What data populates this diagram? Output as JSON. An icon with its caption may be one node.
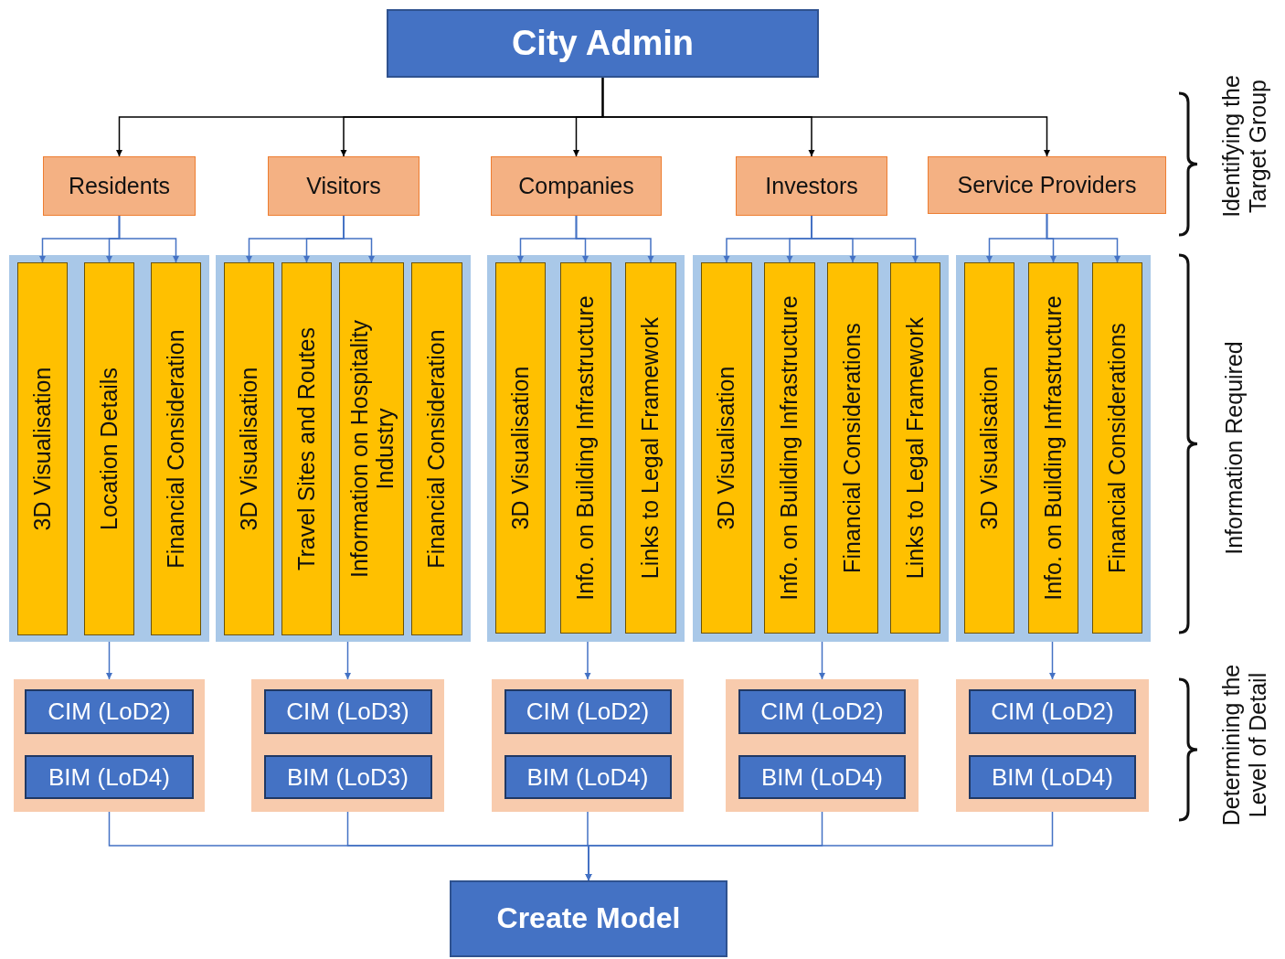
{
  "diagram": {
    "nodes": [
      {
        "text": [
          "City Admin"
        ]
      },
      {
        "text": [
          "Residents"
        ]
      },
      {
        "text": [
          "Visitors"
        ]
      },
      {
        "text": [
          "Companies"
        ]
      },
      {
        "text": [
          "Investors"
        ]
      },
      {
        "text": [
          "Service Providers"
        ]
      },
      {
        "text": [],
        "shape": "box"
      },
      {
        "text": [
          "3D Visualisation"
        ],
        "in": 6
      },
      {
        "text": [
          "Location Details"
        ],
        "in": 6
      },
      {
        "text": [
          "Financial Consideration"
        ],
        "in": 6
      },
      {
        "text": [],
        "shape": "box"
      },
      {
        "text": [
          "3D Visualisation"
        ],
        "in": 10
      },
      {
        "text": [
          "Travel Sites and Routes"
        ],
        "in": 10
      },
      {
        "text": [
          "Information on Hospitality Industry"
        ],
        "in": 10
      },
      {
        "text": [
          "Financial Consideration"
        ],
        "in": 10
      },
      {
        "text": [],
        "shape": "box"
      },
      {
        "text": [
          "3D Visualisation"
        ],
        "in": 15
      },
      {
        "text": [
          "Info. on Building Infrastructure"
        ],
        "in": 15
      },
      {
        "text": [
          "Links to Legal Framework"
        ],
        "in": 15
      },
      {
        "text": [],
        "shape": "box"
      },
      {
        "text": [
          "3D Visualisation"
        ],
        "in": 19
      },
      {
        "text": [
          "Info. on Building Infrastructure"
        ],
        "in": 19
      },
      {
        "text": [
          "Financial Considerations"
        ],
        "in": 19
      },
      {
        "text": [
          "Links to Legal Framework"
        ],
        "in": 19
      },
      {
        "text": [],
        "shape": "box"
      },
      {
        "text": [
          "3D Visualisation"
        ],
        "in": 24
      },
      {
        "text": [
          "Info. on Building Infrastructure"
        ],
        "in": 24
      },
      {
        "text": [
          "Financial Considerations"
        ],
        "in": 24
      },
      {
        "text": [],
        "shape": "box"
      },
      {
        "text": [
          "CIM (LoD2)"
        ],
        "in": 28
      },
      {
        "text": [
          "BIM (LoD4)"
        ],
        "in": 28
      },
      {
        "text": [],
        "shape": "box"
      },
      {
        "text": [
          "CIM (LoD3)"
        ],
        "in": 31
      },
      {
        "text": [
          "BIM (LoD3)"
        ],
        "in": 31
      },
      {
        "text": [],
        "shape": "box"
      },
      {
        "text": [
          "CIM (LoD2)"
        ],
        "in": 34
      },
      {
        "text": [
          "BIM (LoD4)"
        ],
        "in": 34
      },
      {
        "text": [],
        "shape": "box"
      },
      {
        "text": [
          "CIM (LoD2)"
        ],
        "in": 37
      },
      {
        "text": [
          "BIM (LoD4)"
        ],
        "in": 37
      },
      {
        "text": [],
        "shape": "box"
      },
      {
        "text": [
          "CIM (LoD2)"
        ],
        "in": 40
      },
      {
        "text": [
          "BIM (LoD4)"
        ],
        "in": 40
      },
      {
        "text": [
          "Create Model"
        ]
      }
    ],
    "edges": [
      {
        "from": 0,
        "to": 1,
        "arrow": "to",
        "color": "#000000"
      },
      {
        "from": 0,
        "to": 2,
        "arrow": "to",
        "color": "#000000"
      },
      {
        "from": 0,
        "to": 3,
        "arrow": "to",
        "color": "#000000"
      },
      {
        "from": 0,
        "to": 4,
        "arrow": "to",
        "color": "#000000"
      },
      {
        "from": 0,
        "to": 5,
        "arrow": "to",
        "color": "#000000"
      },
      {
        "from": 1,
        "to": 7,
        "arrow": "to"
      },
      {
        "from": 1,
        "to": 8,
        "arrow": "to"
      },
      {
        "from": 1,
        "to": 9,
        "arrow": "to"
      },
      {
        "from": 2,
        "to": 11,
        "arrow": "to"
      },
      {
        "from": 2,
        "to": 12,
        "arrow": "to"
      },
      {
        "from": 2,
        "to": 13,
        "arrow": "to"
      },
      {
        "from": 3,
        "to": 16,
        "arrow": "to"
      },
      {
        "from": 3,
        "to": 17,
        "arrow": "to"
      },
      {
        "from": 3,
        "to": 18,
        "arrow": "to"
      },
      {
        "from": 4,
        "to": 20,
        "arrow": "to"
      },
      {
        "from": 4,
        "to": 21,
        "arrow": "to"
      },
      {
        "from": 4,
        "to": 22,
        "arrow": "to"
      },
      {
        "from": 4,
        "to": 23,
        "arrow": "to"
      },
      {
        "from": 5,
        "to": 25,
        "arrow": "to"
      },
      {
        "from": 5,
        "to": 26,
        "arrow": "to"
      },
      {
        "from": 5,
        "to": 27,
        "arrow": "to"
      },
      {
        "from": 6,
        "to": 28,
        "arrow": "to"
      },
      {
        "from": 10,
        "to": 31,
        "arrow": "to"
      },
      {
        "from": 15,
        "to": 34,
        "arrow": "to"
      },
      {
        "from": 19,
        "to": 37,
        "arrow": "to"
      },
      {
        "from": 24,
        "to": 40,
        "arrow": "to"
      },
      {
        "from": 28,
        "to": 43,
        "arrow": "to"
      },
      {
        "from": 31,
        "to": 43,
        "arrow": "to"
      },
      {
        "from": 34,
        "to": 43,
        "arrow": "to"
      },
      {
        "from": 37,
        "to": 43,
        "arrow": "to"
      },
      {
        "from": 40,
        "to": 43,
        "arrow": "to"
      }
    ],
    "labels": [
      "Identifying the Target Group",
      "Information Required",
      "Determining the Level of Detail"
    ]
  }
}
